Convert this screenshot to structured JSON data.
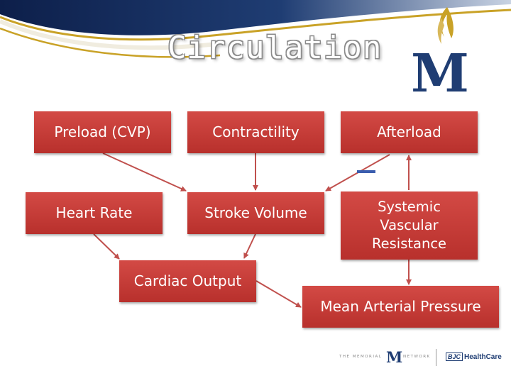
{
  "title": "Circulation",
  "boxes": {
    "preload": "Preload (CVP)",
    "contractility": "Contractility",
    "afterload": "Afterload",
    "heart_rate": "Heart Rate",
    "stroke_volume": "Stroke Volume",
    "svr": "Systemic Vascular Resistance",
    "cardiac_output": "Cardiac Output",
    "map": "Mean Arterial Pressure"
  },
  "logo": {
    "letter": "M"
  },
  "footer": {
    "network_left": "THE MEMORIAL",
    "network_m": "M",
    "network_right": "NETWORK",
    "bjc_badge": "BJC",
    "bjc_text": "HealthCare"
  },
  "colors": {
    "box": "#c33b37",
    "arrow": "#c0504d",
    "navy": "#1f3d73",
    "gold": "#c9a227",
    "minus": "#3a5dae"
  }
}
